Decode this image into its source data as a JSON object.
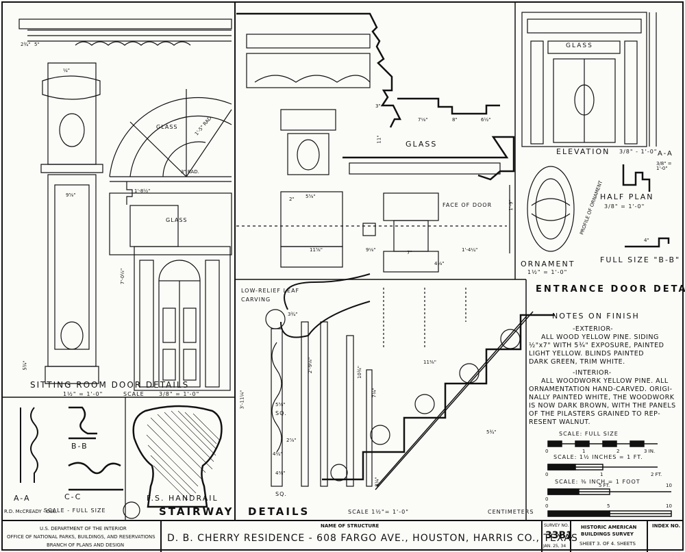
{
  "sheet": {
    "titles": {
      "sitting_room": "SITTING ROOM DOOR DETAILS",
      "sitting_room_scale": "1½\" = 1'-0\"",
      "scale_word": "SCALE",
      "sitting_room_scale2": "3/8\" = 1'-0\"",
      "stairway": "STAIRWAY",
      "stair_details": "DETAILS",
      "stair_scale": "SCALE 1½\"= 1'-0\"",
      "entrance": "ENTRANCE DOOR DETAILS",
      "elevation": "ELEVATION",
      "elevation_scale": "3/8\" - 1'-0\"",
      "half_plan": "HALF PLAN",
      "half_plan_scale": "3/8\" = 1'-0\"",
      "ornament": "ORNAMENT",
      "ornament_scale": "1½\" = 1'-0\"",
      "profile_ornament": "PROFILE OF ORNAMENT",
      "full_size_bb": "FULL SIZE \"B-B\"",
      "aa_label": "A-A",
      "aa_scale": "3/8\" = 1'-0\"",
      "aa_left": "A-A",
      "bb_left": "B-B",
      "cc_left": "C-C",
      "scale_full_size": "SCALE - FULL SIZE",
      "fs_handrail": "F.S. HANDRAIL",
      "delineator": "R.D. McCREADY - DEL.",
      "glass": "GLASS",
      "rad_15": "1'-5\" RAD.",
      "rad_3": "3\" RAD.",
      "face_of_door": "FACE OF DOOR",
      "low_relief": "LOW-RELIEF LEAF CARVING",
      "sq": "SQ.",
      "centimeters": "CENTIMETERS"
    },
    "dimensions": {
      "d5": "5\"",
      "d2_3_4": "2¾\"",
      "d1_4": "¼\"",
      "d9_5_8": "9⅝\"",
      "d1_8_1_2": "1'-8½\"",
      "d7_0_1_2": "7'-0½\"",
      "d5_3_4": "5¾\"",
      "d8": "8\"",
      "d6_1_2": "6½\"",
      "d7_1_8": "7⅛\"",
      "d11": "11\"",
      "d3": "3\"",
      "d2": "2\"",
      "d5_5_8": "5⅝\"",
      "d11_5_8": "11⅝\"",
      "d9_1_8": "9⅛\"",
      "d1_4_1_4": "1'-4¼\"",
      "d1_9": "1'-9\"",
      "d4": "4\"",
      "d7": "7\"",
      "d11_3_8": "11⅜\"",
      "d4_1_8": "4⅛\"",
      "d5_5_8b": "5⅝\"",
      "d3_11_1_4": "3'-11¼\"",
      "d2_9_1_8": "2'-9⅛\"",
      "d4_1_4": "4¼\"",
      "d2_7_8": "2⅞\"",
      "d8_1_4": "8¼\"",
      "d5_3_4b": "5¾\"",
      "d10_3_4": "10¾\"",
      "d7_1_4": "7¼\"",
      "d3_3_4": "3¾\"",
      "d4_3_8": "4⅜\""
    },
    "notes": {
      "heading": "NOTES ON FINISH",
      "exterior_head": "-EXTERIOR-",
      "exterior_lines": [
        "ALL WOOD YELLOW PINE. SIDING",
        "½\"x7\" WITH 5¾\" EXPOSURE, PAINTED",
        "LIGHT YELLOW. BLINDS PAINTED",
        "DARK GREEN, TRIM WHITE."
      ],
      "interior_head": "-INTERIOR-",
      "interior_lines": [
        "ALL WOODWORK YELLOW PINE. ALL",
        "ORNAMENTATION HAND-CARVED. ORIGI-",
        "NALLY PAINTED WHITE, THE WOODWORK",
        "IS NOW DARK BROWN, WITH THE PANELS",
        "OF THE PILASTERS GRAINED TO REP-",
        "RESENT WALNUT."
      ]
    },
    "scales": {
      "full": "SCALE: FULL SIZE",
      "full_ticks": [
        "0",
        "1",
        "2",
        "3 IN."
      ],
      "inch": "SCALE: 1½ INCHES = 1 FT.",
      "inch_ticks": [
        "0",
        "1",
        "2 FT."
      ],
      "foot": "SCALE: ⅜ INCH = 1 FOOT",
      "foot_ticks": [
        "0",
        "5 FT.",
        "10"
      ],
      "cm_ticks": [
        "0",
        "5",
        "10"
      ]
    },
    "titleblock": {
      "agency_lines": [
        "U.S. DEPARTMENT OF THE INTERIOR",
        "OFFICE OF NATIONAL PARKS, BUILDINGS, AND RESERVATIONS",
        "BRANCH OF PLANS AND DESIGN"
      ],
      "name_head": "NAME OF STRUCTURE",
      "name": "D. B. CHERRY RESIDENCE - 608 FARGO AVE., HOUSTON, HARRIS CO., TEXAS",
      "survey_head": "SURVEY NO.",
      "survey_no": "33B1",
      "date": "JAN. 25, 34",
      "habs_lines": [
        "HISTORIC AMERICAN",
        "BUILDINGS SURVEY"
      ],
      "sheet_info": "SHEET 3. OF 4. SHEETS",
      "index_head": "INDEX NO."
    }
  }
}
